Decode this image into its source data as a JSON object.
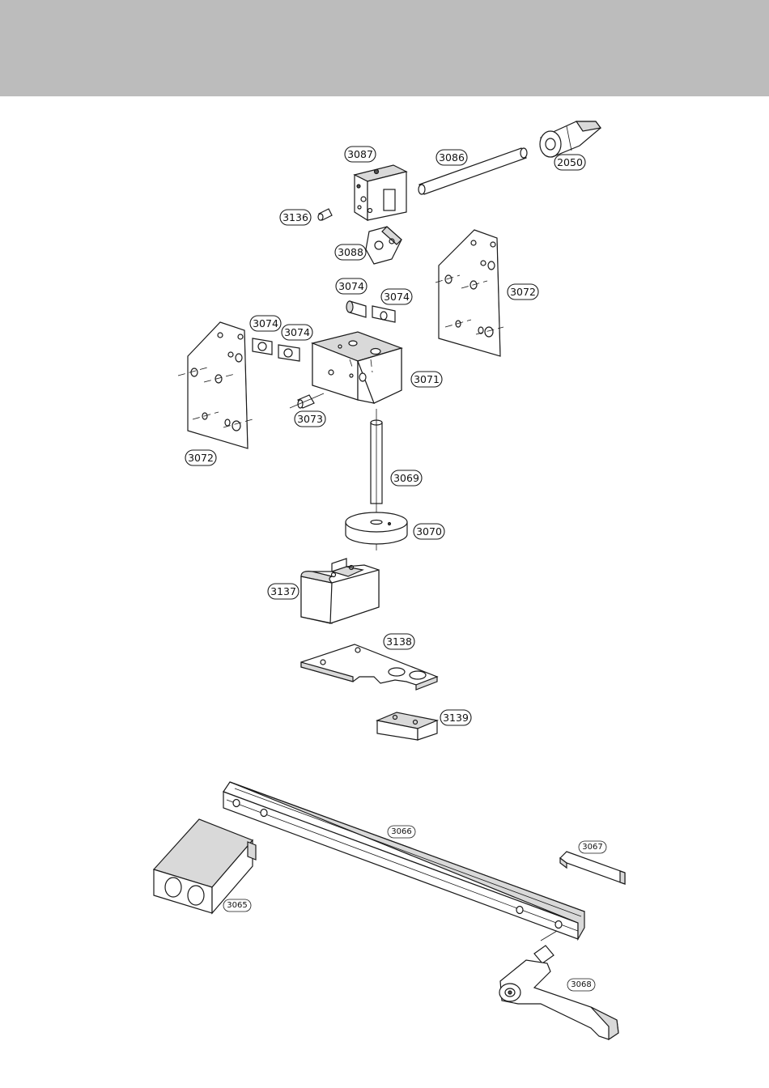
{
  "labels": {
    "p2050": "2050",
    "p3086": "3086",
    "p3087": "3087",
    "p3136": "3136",
    "p3088": "3088",
    "p3074a": "3074",
    "p3074b": "3074",
    "p3074c": "3074",
    "p3074d": "3074",
    "p3072_right": "3072",
    "p3072_left": "3072",
    "p3071": "3071",
    "p3073": "3073",
    "p3069": "3069",
    "p3070": "3070",
    "p3137": "3137",
    "p3138": "3138",
    "p3139": "3139",
    "p3066": "3066",
    "p3067": "3067",
    "p3065": "3065",
    "p3068": "3068"
  },
  "colors": {
    "header_band": "#bcbcbc",
    "line": "#1a1a1a",
    "background": "#ffffff"
  }
}
